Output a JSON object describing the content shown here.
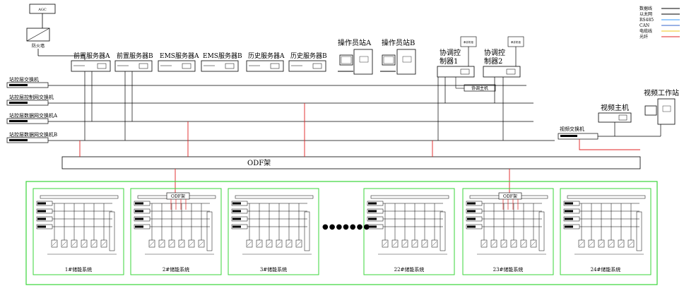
{
  "top": {
    "agc": "AGC",
    "firewall": "防火墙"
  },
  "servers": [
    "前置服务器A",
    "前置服务器B",
    "EMS服务器A",
    "EMS服务器B",
    "历史服务器A",
    "历史服务器B"
  ],
  "operator_stations": [
    "操作员站A",
    "操作员站B"
  ],
  "coordinators": [
    "协调控\n制器1",
    "协调控\n制器2"
  ],
  "coordinator_tag": "协调主机",
  "small_box_label": "串并机柜",
  "switches": [
    "站控层交换机",
    "站控层控制网交换机",
    "站控层数据网交换机A",
    "站控层数据网交换机B"
  ],
  "video": {
    "host": "视频主机",
    "workstation": "视频工作站",
    "switch": "视频交换机"
  },
  "odf": "ODF架",
  "odf_small": "ODF架",
  "dots": "●●●●●●●",
  "systems": [
    "1#储能系统",
    "2#储能系统",
    "3#储能系统",
    "22#储能系统",
    "23#储能系统",
    "24#储能系统"
  ],
  "legend": [
    {
      "label": "数据线",
      "color": "#000000"
    },
    {
      "label": "以太网",
      "color": "#000000"
    },
    {
      "label": "RS485",
      "color": "#3399ff"
    },
    {
      "label": "CAN",
      "color": "#3366cc"
    },
    {
      "label": "电缆线",
      "color": "#f0c419"
    },
    {
      "label": "光纤",
      "color": "#e02020"
    }
  ],
  "colors": {
    "fiber": "#e02020",
    "group_border": "#3ad53a",
    "line": "#000000"
  }
}
